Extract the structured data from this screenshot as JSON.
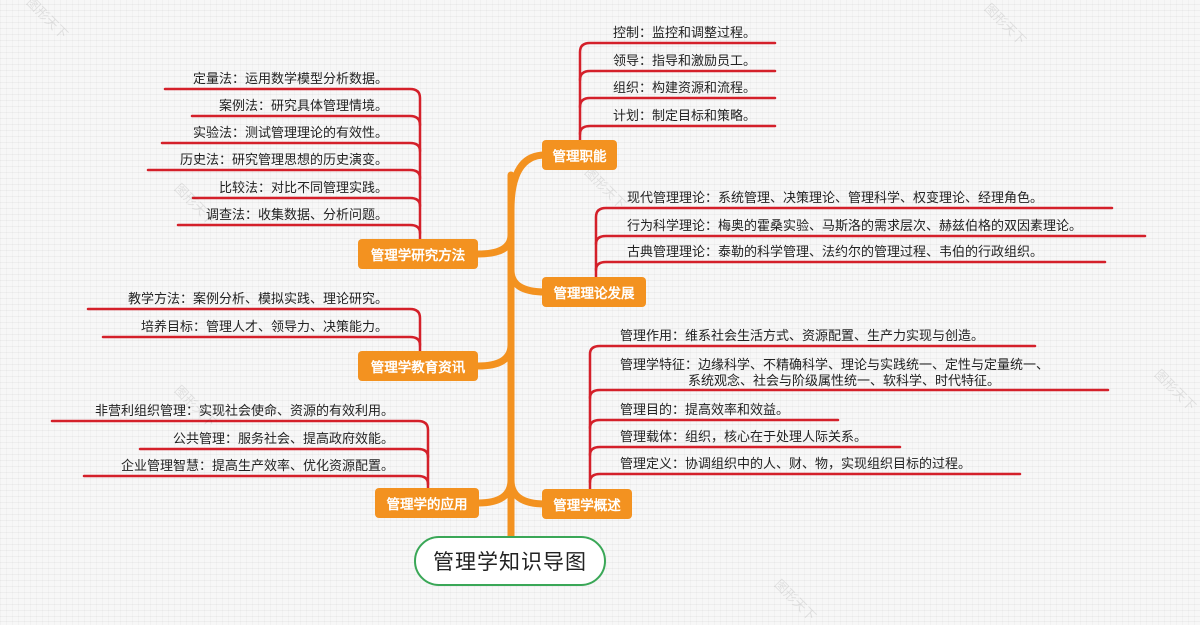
{
  "root": "管理学知识导图",
  "watermark": "图形天下",
  "branches": {
    "functions": {
      "label": "管理职能",
      "items": [
        "控制：监控和调整过程。",
        "领导：指导和激励员工。",
        "组织：构建资源和流程。",
        "计划：制定目标和策略。"
      ]
    },
    "theory": {
      "label": "管理理论发展",
      "items": [
        "现代管理理论：系统管理、决策理论、管理科学、权变理论、经理角色。",
        "行为科学理论：梅奥的霍桑实验、马斯洛的需求层次、赫兹伯格的双因素理论。",
        "古典管理理论：泰勒的科学管理、法约尔的管理过程、韦伯的行政组织。"
      ]
    },
    "overview": {
      "label": "管理学概述",
      "items": [
        "管理作用：维系社会生活方式、资源配置、生产力实现与创造。",
        "管理学特征：边缘科学、不精确科学、理论与实践统一、定性与定量统一、",
        "系统观念、社会与阶级属性统一、软科学、时代特征。",
        "管理目的：提高效率和效益。",
        "管理载体：组织，核心在于处理人际关系。",
        "管理定义：协调组织中的人、财、物，实现组织目标的过程。"
      ]
    },
    "methods": {
      "label": "管理学研究方法",
      "items": [
        "定量法：运用数学模型分析数据。",
        "案例法：研究具体管理情境。",
        "实验法：测试管理理论的有效性。",
        "历史法：研究管理思想的历史演变。",
        "比较法：对比不同管理实践。",
        "调查法：收集数据、分析问题。"
      ]
    },
    "education": {
      "label": "管理学教育资讯",
      "items": [
        "教学方法：案例分析、模拟实践、理论研究。",
        "培养目标：管理人才、领导力、决策能力。"
      ]
    },
    "application": {
      "label": "管理学的应用",
      "items": [
        "非营利组织管理：实现社会使命、资源的有效利用。",
        "公共管理：服务社会、提高政府效能。",
        "企业管理智慧：提高生产效率、优化资源配置。"
      ]
    }
  },
  "colors": {
    "trunk": "#f39220",
    "branch_bg": "#f39220",
    "leaf_line": "#d4202a",
    "root_border": "#3aa757"
  }
}
